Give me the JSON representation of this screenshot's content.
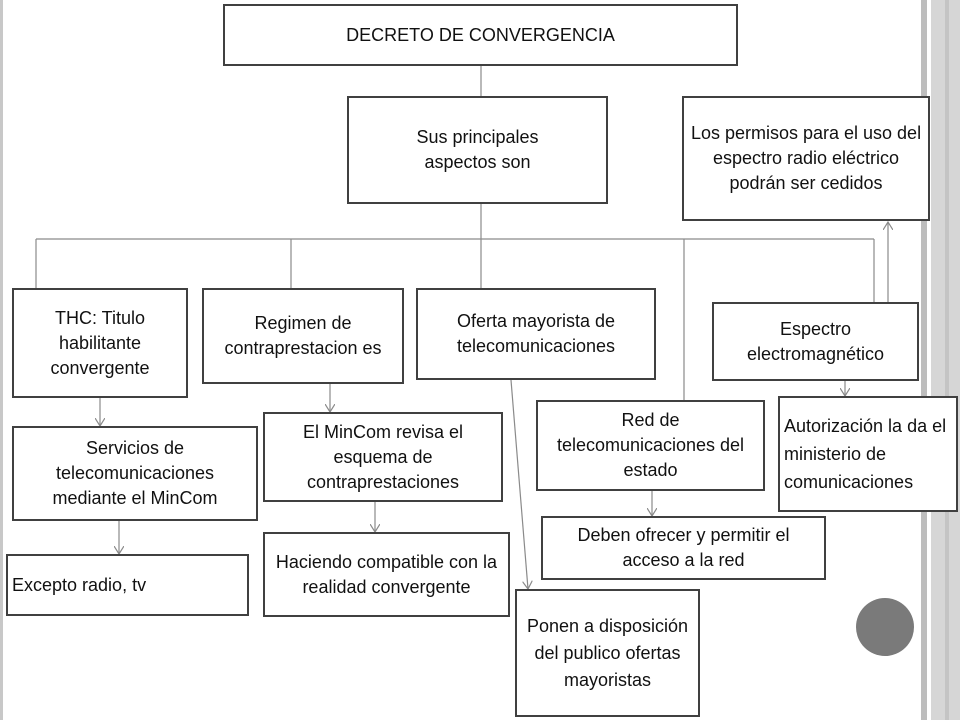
{
  "nodes": {
    "title": "DECRETO DE CONVERGENCIA",
    "aspects": "Sus principales aspectos son",
    "permisos": "Los permisos para el uso del espectro radio eléctrico podrán ser cedidos",
    "thc": "THC: Titulo habilitante convergente",
    "regimen": "Regimen de contraprestacion es",
    "oferta": "Oferta mayorista de telecomunicaciones",
    "espectro": "Espectro electromagnético",
    "servicios": "Servicios de telecomunicaciones mediante el MinCom",
    "mincom": "El MinCom revisa el esquema de contraprestaciones",
    "red": "Red de telecomunicaciones del estado",
    "autorizacion": "Autorización la da el ministerio de comunicaciones",
    "excepto": "Excepto radio, tv",
    "haciendo": "Haciendo compatible con la realidad convergente",
    "deben": "Deben ofrecer y permitir el acceso a la red",
    "ponen": "Ponen a disposición del publico ofertas mayoristas"
  },
  "colors": {
    "line": "#8a8a8a",
    "border": "#404040",
    "accent": "#7a7a7a"
  }
}
